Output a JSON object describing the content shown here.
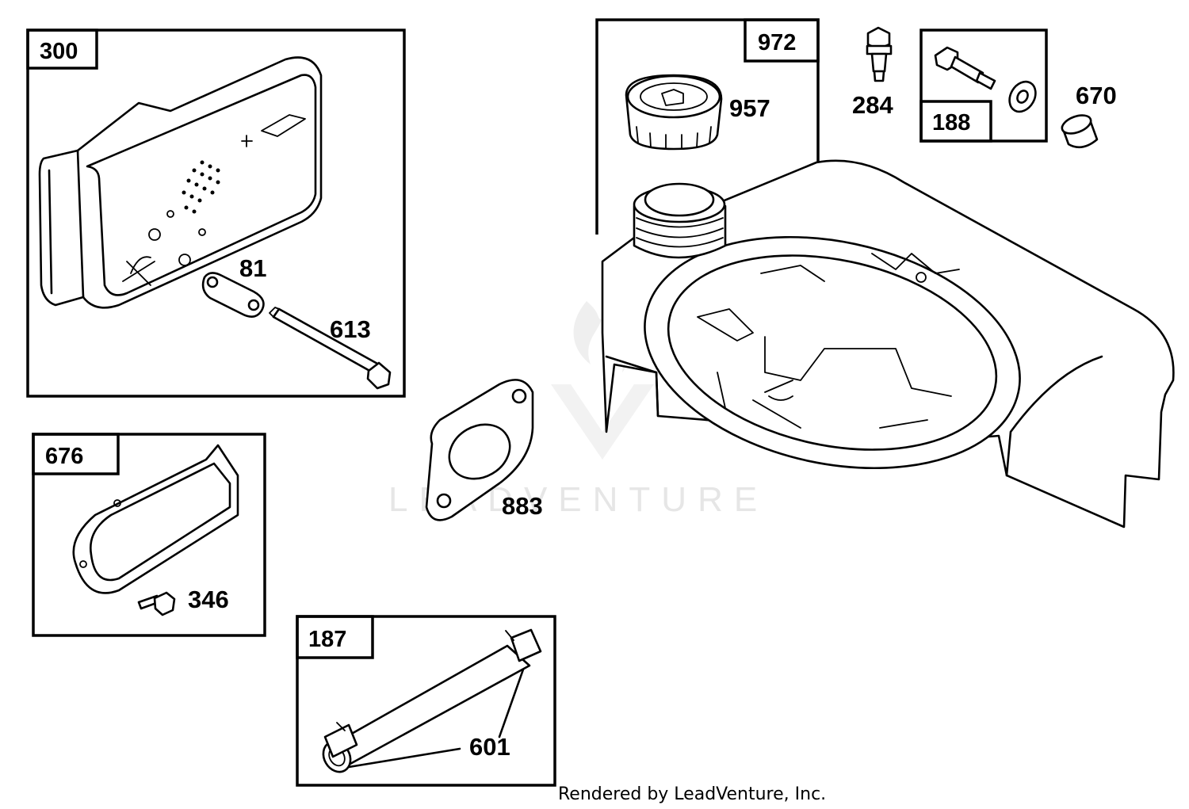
{
  "diagram": {
    "watermark": "LEADVENTURE",
    "credit": "Rendered by LeadVenture, Inc.",
    "boxes": [
      {
        "id": "300",
        "label": "300"
      },
      {
        "id": "972",
        "label": "972"
      },
      {
        "id": "188",
        "label": "188"
      },
      {
        "id": "676",
        "label": "676"
      },
      {
        "id": "187",
        "label": "187"
      }
    ],
    "callouts": {
      "p81": "81",
      "p613": "613",
      "p957": "957",
      "p284": "284",
      "p670": "670",
      "p883": "883",
      "p346": "346",
      "p601": "601"
    }
  }
}
